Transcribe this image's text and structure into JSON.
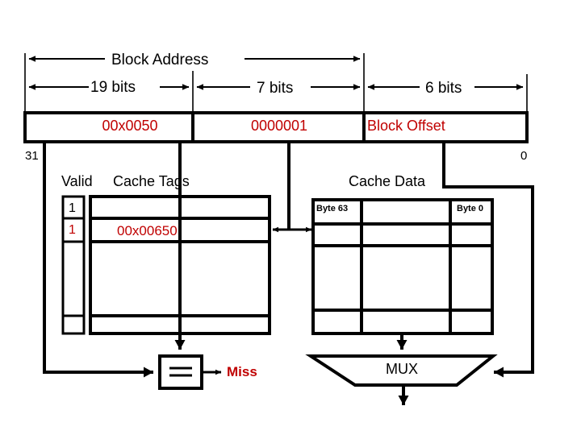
{
  "diagram": {
    "title": "Cache Address Breakdown and Lookup Diagram",
    "colors": {
      "ink": "#000000",
      "accent_red": "#C00000",
      "background": "#FFFFFF"
    }
  },
  "address_bar": {
    "span_label": "Block Address",
    "fields": [
      {
        "bits_label": "19  bits",
        "value": "00x0050",
        "name": "tag"
      },
      {
        "bits_label": "7 bits",
        "value": "0000001",
        "name": "index"
      },
      {
        "bits_label": "6 bits",
        "value": "Block Offset",
        "name": "offset"
      }
    ],
    "msb_label": "31",
    "lsb_label": "0"
  },
  "cache": {
    "valid_label": "Valid",
    "tags_label": "Cache Tags",
    "data_label": "Cache Data",
    "valid_bits": [
      "1",
      "1"
    ],
    "tag_entry": "00x00650",
    "data_header_left": "Byte 63",
    "data_header_right": "Byte 0"
  },
  "logic": {
    "comparator_label": "==",
    "comparator_result": "Miss",
    "mux_label": "MUX"
  }
}
